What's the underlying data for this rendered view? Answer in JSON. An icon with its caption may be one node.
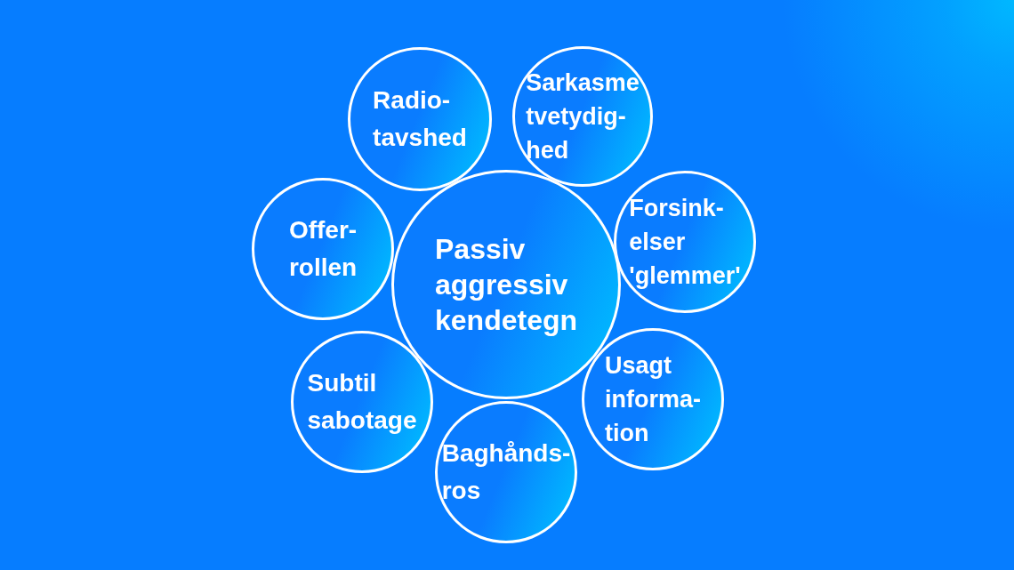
{
  "diagram": {
    "nodes": [
      {
        "text": [
          "Passiv aggressiv kendetegn"
        ]
      },
      {
        "text": [
          "Radio- tavshed"
        ]
      },
      {
        "text": [
          "Sarkasme tvetydig- hed"
        ]
      },
      {
        "text": [
          "Forsink- elser 'glemmer'"
        ]
      },
      {
        "text": [
          "Usagt informa- tion"
        ]
      },
      {
        "text": [
          "Baghånds- ros"
        ]
      },
      {
        "text": [
          "Subtil sabotage"
        ]
      },
      {
        "text": [
          "Offer- rollen"
        ]
      }
    ]
  }
}
